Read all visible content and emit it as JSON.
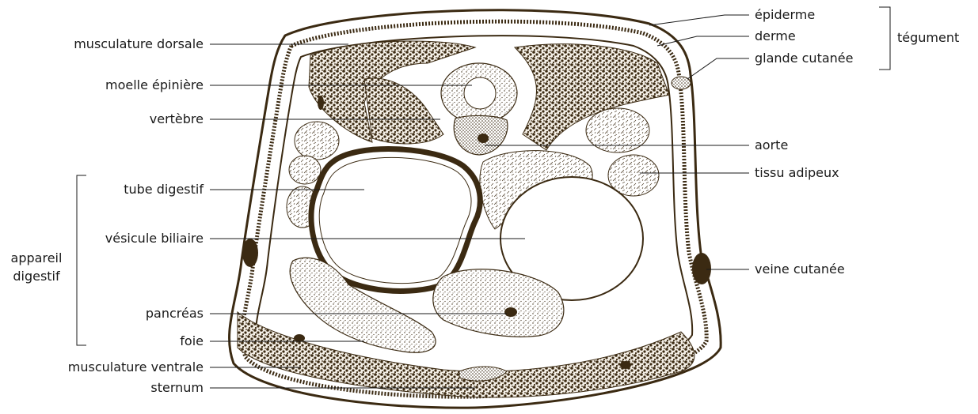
{
  "colors": {
    "ink": "#1a1a1a",
    "tissue": "#3b2a12",
    "background": "#ffffff"
  },
  "labels_left": {
    "musculature_dorsale": "musculature dorsale",
    "moelle_epiniere": "moelle épinière",
    "vertebre": "vertèbre",
    "tube_digestif": "tube digestif",
    "vesicule_biliaire": "vésicule biliaire",
    "pancreas": "pancréas",
    "foie": "foie",
    "musculature_ventrale": "musculature ventrale",
    "sternum": "sternum"
  },
  "labels_right": {
    "epiderme": "épiderme",
    "derme": "derme",
    "glande_cutanee": "glande cutanée",
    "aorte": "aorte",
    "tissu_adipeux": "tissu adipeux",
    "veine_cutanee": "veine cutanée"
  },
  "groups": {
    "tegument": "tégument",
    "appareil_digestif_line1": "appareil",
    "appareil_digestif_line2": "digestif"
  }
}
